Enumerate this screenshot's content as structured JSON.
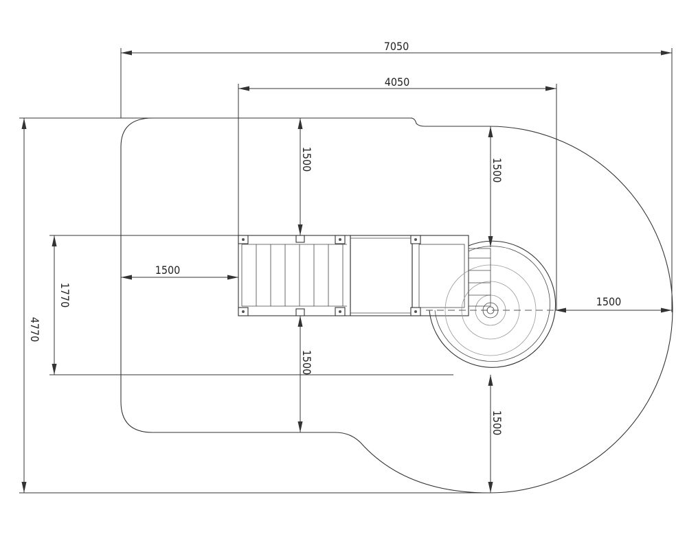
{
  "dimensions": {
    "overall_width": "7050",
    "structure_width": "4050",
    "overall_depth": "4770",
    "structure_depth": "1770",
    "clearance_left": "1500",
    "clearance_top_center": "1500",
    "clearance_bottom_center": "1500",
    "clearance_top_slide": "1500",
    "clearance_bottom_slide": "1500",
    "clearance_right_slide": "1500"
  }
}
